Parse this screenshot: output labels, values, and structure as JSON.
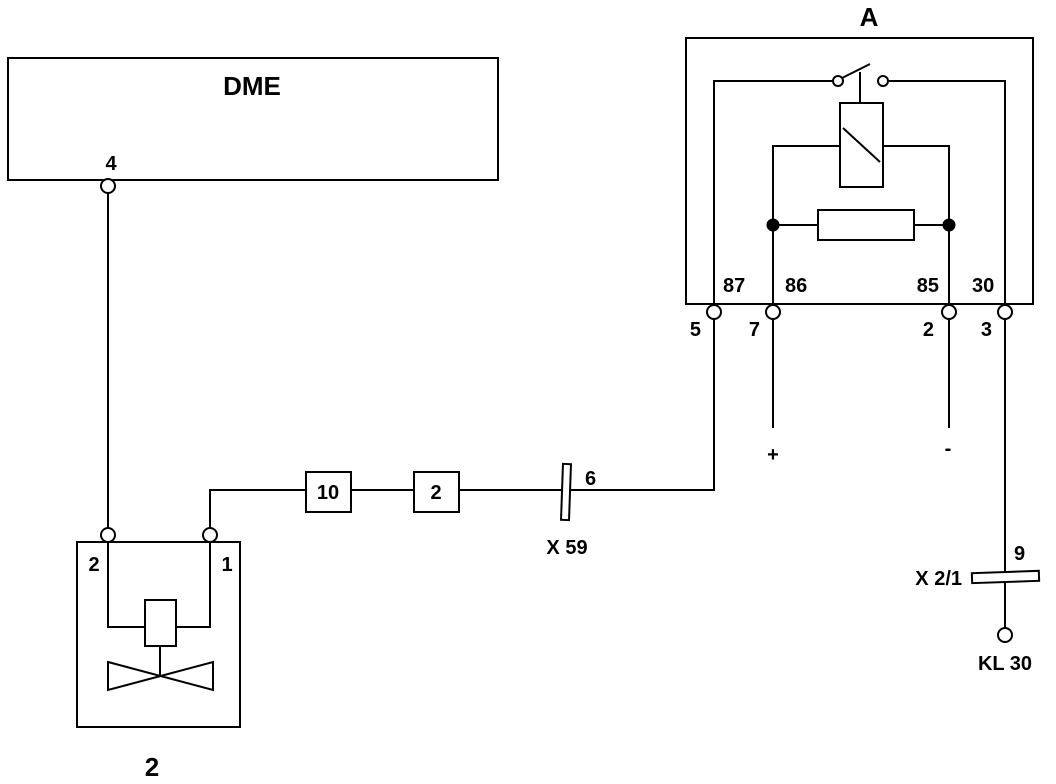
{
  "diagram": {
    "dme_label": "DME",
    "relay_label": "A",
    "valve_label": "2",
    "dme_pin": "4",
    "valve_pin_left": "2",
    "valve_pin_right": "1",
    "box_10": "10",
    "box_2": "2",
    "connector_x59": "X 59",
    "connector_x59_pin": "6",
    "connector_x21": "X 2/1",
    "connector_x21_pin": "9",
    "kl30": "KL 30",
    "relay_terminals": {
      "t87": "87",
      "t86": "86",
      "t85": "85",
      "t30": "30"
    },
    "relay_pins": {
      "p5": "5",
      "p7": "7",
      "p2": "2",
      "p3": "3"
    },
    "plus": "+",
    "minus": "-"
  }
}
